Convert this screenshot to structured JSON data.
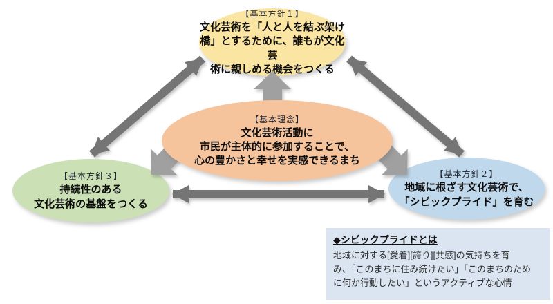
{
  "colors": {
    "policy1_fill": "#fbe5a2",
    "principle_fill": "#f5c49d",
    "policy3_fill": "#cbe1b5",
    "policy2_fill": "#bfd8ec",
    "note_background": "#dbe5f1",
    "double_arrow": "#757575",
    "block_arrow": "#a0a0a0",
    "text": "#0d0d0d"
  },
  "diagram": {
    "principle": {
      "tag": "【基本理念】",
      "body": "文化芸術活動に\n市民が主体的に参加することで、\n心の豊かさと幸せを実感できるまち"
    },
    "policy1": {
      "tag": "【基本方針１】",
      "body": "文化芸術を「人と人を結ぶ架け\n橋」とするために、誰もが文化芸\n術に親しめる機会をつくる"
    },
    "policy2": {
      "tag": "【基本方針２】",
      "body": "地域に根ざす文化芸術で、\n「シビックプライド」を育む"
    },
    "policy3": {
      "tag": "【基本方針３】",
      "body": "持続性のある\n文化芸術の基盤をつくる"
    }
  },
  "note": {
    "heading": "◆シビックプライドとは",
    "body": "地域に対する[愛着][誇り][共感]の気持ちを育\nみ、「このまちに住み続けたい」「このまちのため\nに何か行動したい」というアクティブな心情"
  }
}
